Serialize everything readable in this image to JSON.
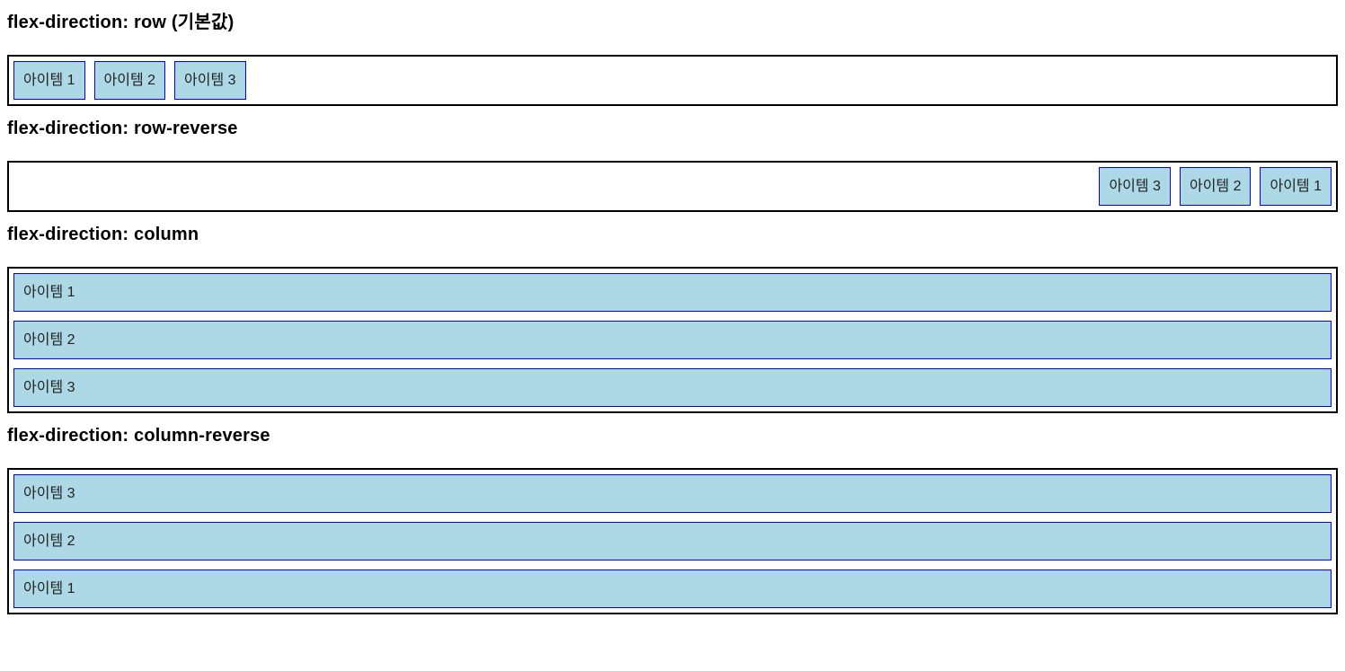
{
  "colors": {
    "page_background": "#ffffff",
    "heading_text": "#000000",
    "container_border": "#000000",
    "item_background": "#add8e6",
    "item_border": "#0000ff",
    "item_text": "#222222"
  },
  "sections": [
    {
      "heading": "flex-direction: row (기본값)",
      "direction": "row",
      "items": [
        "아이템 1",
        "아이템 2",
        "아이템 3"
      ]
    },
    {
      "heading": "flex-direction: row-reverse",
      "direction": "row-reverse",
      "items": [
        "아이템 1",
        "아이템 2",
        "아이템 3"
      ]
    },
    {
      "heading": "flex-direction: column",
      "direction": "column",
      "items": [
        "아이템 1",
        "아이템 2",
        "아이템 3"
      ]
    },
    {
      "heading": "flex-direction: column-reverse",
      "direction": "column-reverse",
      "items": [
        "아이템 1",
        "아이템 2",
        "아이템 3"
      ]
    }
  ]
}
